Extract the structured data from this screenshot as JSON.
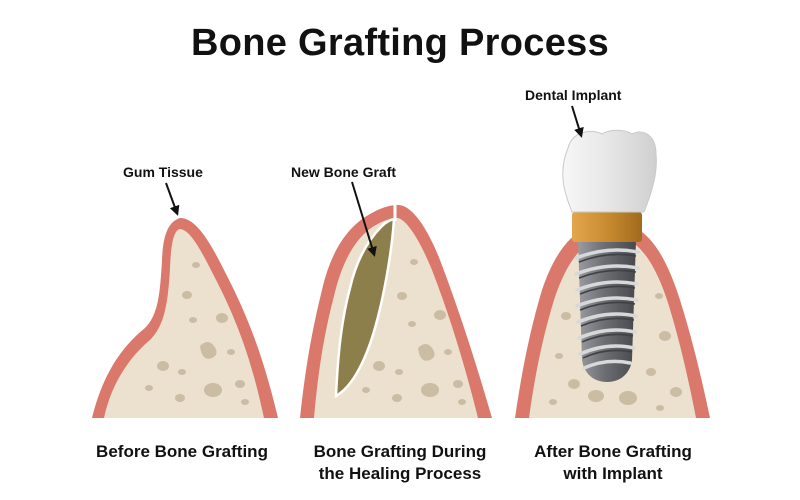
{
  "title": "Bone Grafting Process",
  "callouts": {
    "gum_tissue": "Gum Tissue",
    "new_bone_graft": "New Bone Graft",
    "dental_implant": "Dental Implant"
  },
  "captions": {
    "before": [
      "Before Bone Grafting"
    ],
    "during": [
      "Bone Grafting During",
      "the Healing Process"
    ],
    "after": [
      "After Bone Grafting",
      "with Implant"
    ]
  },
  "colors": {
    "gum": "#d9786b",
    "bone": "#ece1ce",
    "bone_spot": "#cbbca4",
    "graft": "#8d7f4c",
    "crown": "#e8e8e8",
    "abutment": "#c88a2e",
    "implant": "#6f7177"
  }
}
